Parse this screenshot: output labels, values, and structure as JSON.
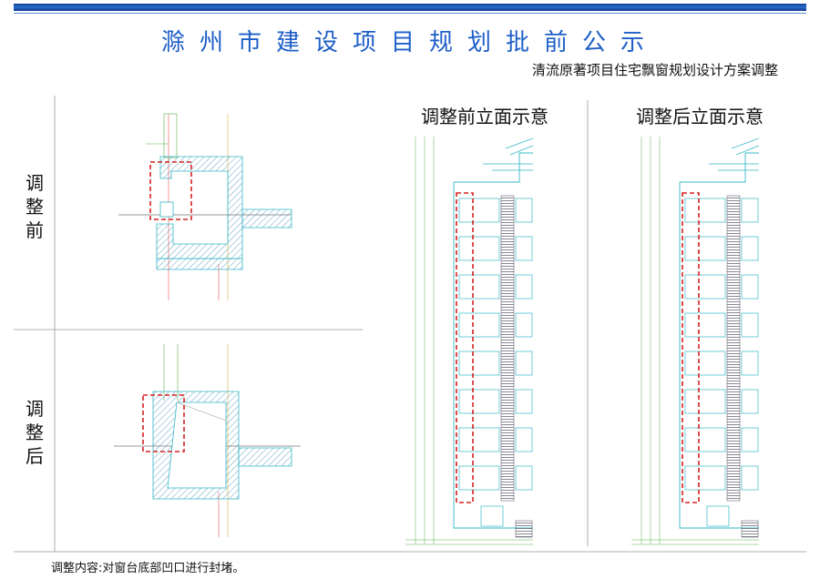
{
  "header": {
    "title": "滁州市建设项目规划批前公示",
    "subtitle": "清流原著项目住宅飘窗规划设计方案调整"
  },
  "left_panel": {
    "before_label": "调整前",
    "after_label": "调整后"
  },
  "elevations": {
    "before_heading": "调整前立面示意",
    "after_heading": "调整后立面示意"
  },
  "footer": {
    "note": "调整内容:对窗台底部凹口进行封堵。"
  },
  "colors": {
    "title_blue": "#1f5fc8",
    "cad_cyan": "#35b8c8",
    "cad_green": "#5bb24a",
    "marker_red": "#d62020",
    "hatch": "#3a8fb8"
  }
}
